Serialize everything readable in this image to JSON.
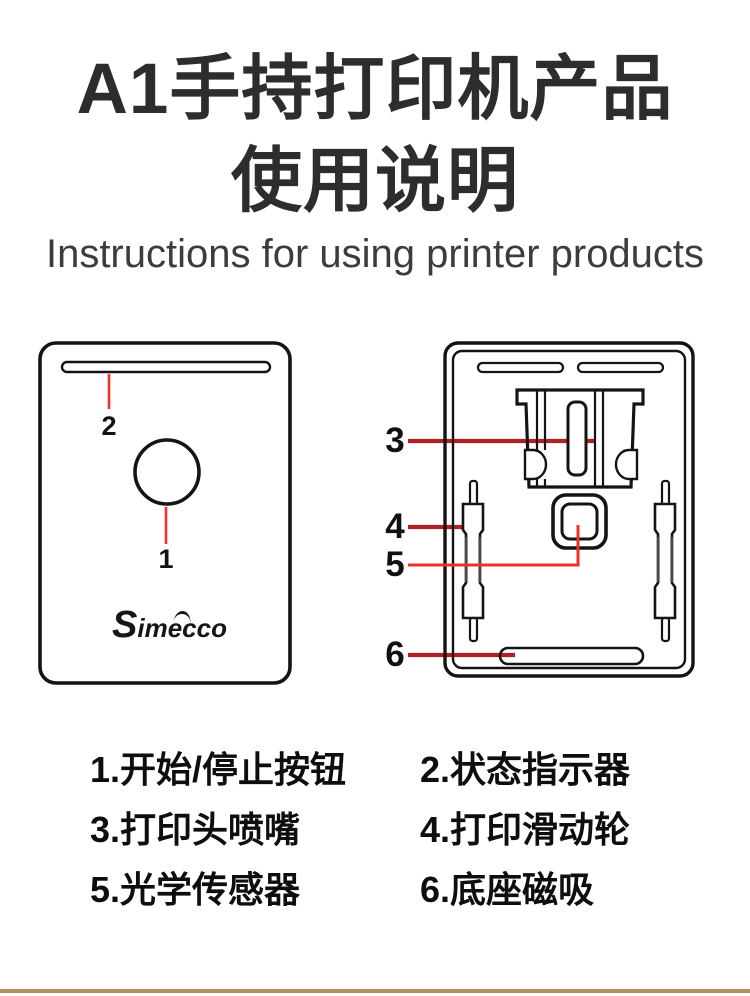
{
  "header": {
    "title_line1": "A1手持打印机产品",
    "title_line2": "使用说明",
    "subtitle": "Instructions for using printer products"
  },
  "diagram": {
    "logo": "Simecco",
    "callout_1": "1",
    "callout_2": "2",
    "callout_3": "3",
    "callout_4": "4",
    "callout_5": "5",
    "callout_6": "6"
  },
  "legend": {
    "items": [
      "1.开始/停止按钮",
      "2.状态指示器",
      "3.打印头喷嘴",
      "4.打印滑动轮",
      "5.光学传感器",
      "6.底座磁吸"
    ]
  },
  "colors": {
    "callout_line_bright_red": "#ee3126",
    "callout_line_dark_red": "#b02125",
    "footer_bar_gold": "#b18f63",
    "title_text": "#2d2d2d",
    "outline_black": "#141414"
  }
}
